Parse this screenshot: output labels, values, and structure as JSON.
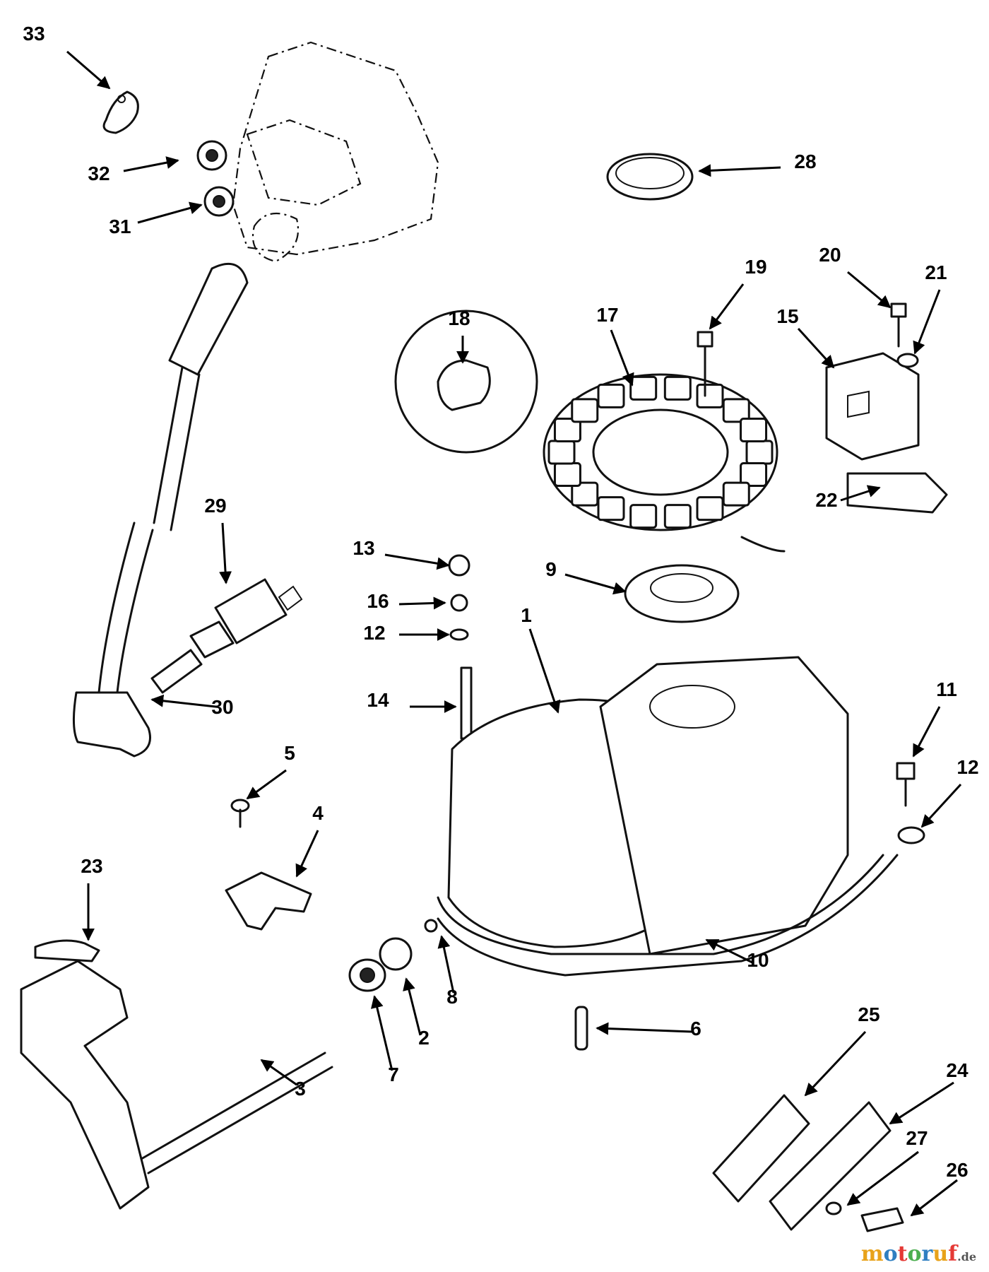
{
  "diagram": {
    "callouts": [
      {
        "id": "33",
        "label": "33"
      },
      {
        "id": "32",
        "label": "32"
      },
      {
        "id": "31",
        "label": "31"
      },
      {
        "id": "28",
        "label": "28"
      },
      {
        "id": "19",
        "label": "19"
      },
      {
        "id": "20",
        "label": "20"
      },
      {
        "id": "21",
        "label": "21"
      },
      {
        "id": "15",
        "label": "15"
      },
      {
        "id": "18",
        "label": "18"
      },
      {
        "id": "17",
        "label": "17"
      },
      {
        "id": "22",
        "label": "22"
      },
      {
        "id": "29",
        "label": "29"
      },
      {
        "id": "13",
        "label": "13"
      },
      {
        "id": "9",
        "label": "9"
      },
      {
        "id": "16",
        "label": "16"
      },
      {
        "id": "12a",
        "label": "12"
      },
      {
        "id": "1",
        "label": "1"
      },
      {
        "id": "14",
        "label": "14"
      },
      {
        "id": "30",
        "label": "30"
      },
      {
        "id": "11",
        "label": "11"
      },
      {
        "id": "12b",
        "label": "12"
      },
      {
        "id": "5",
        "label": "5"
      },
      {
        "id": "4",
        "label": "4"
      },
      {
        "id": "23",
        "label": "23"
      },
      {
        "id": "10",
        "label": "10"
      },
      {
        "id": "8",
        "label": "8"
      },
      {
        "id": "2",
        "label": "2"
      },
      {
        "id": "7",
        "label": "7"
      },
      {
        "id": "6",
        "label": "6"
      },
      {
        "id": "3",
        "label": "3"
      },
      {
        "id": "25",
        "label": "25"
      },
      {
        "id": "24",
        "label": "24"
      },
      {
        "id": "27",
        "label": "27"
      },
      {
        "id": "26",
        "label": "26"
      }
    ]
  },
  "watermark": {
    "parts": [
      {
        "text": "m",
        "color": "#e8a21a"
      },
      {
        "text": "o",
        "color": "#2f7fc1"
      },
      {
        "text": "t",
        "color": "#e53935"
      },
      {
        "text": "o",
        "color": "#4caf50"
      },
      {
        "text": "r",
        "color": "#2f7fc1"
      },
      {
        "text": "u",
        "color": "#e8a21a"
      },
      {
        "text": "f",
        "color": "#e53935"
      }
    ],
    "suffix": ".de",
    "suffix_color": "#555555"
  }
}
